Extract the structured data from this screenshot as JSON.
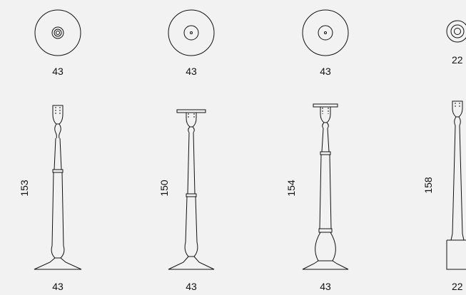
{
  "drawings": [
    {
      "top_label": "43",
      "height_label": "153",
      "base_label": "43"
    },
    {
      "top_label": "43",
      "height_label": "150",
      "base_label": "43"
    },
    {
      "top_label": "43",
      "height_label": "154",
      "base_label": "43"
    },
    {
      "top_label": "22",
      "height_label": "158",
      "base_label": "22"
    }
  ]
}
